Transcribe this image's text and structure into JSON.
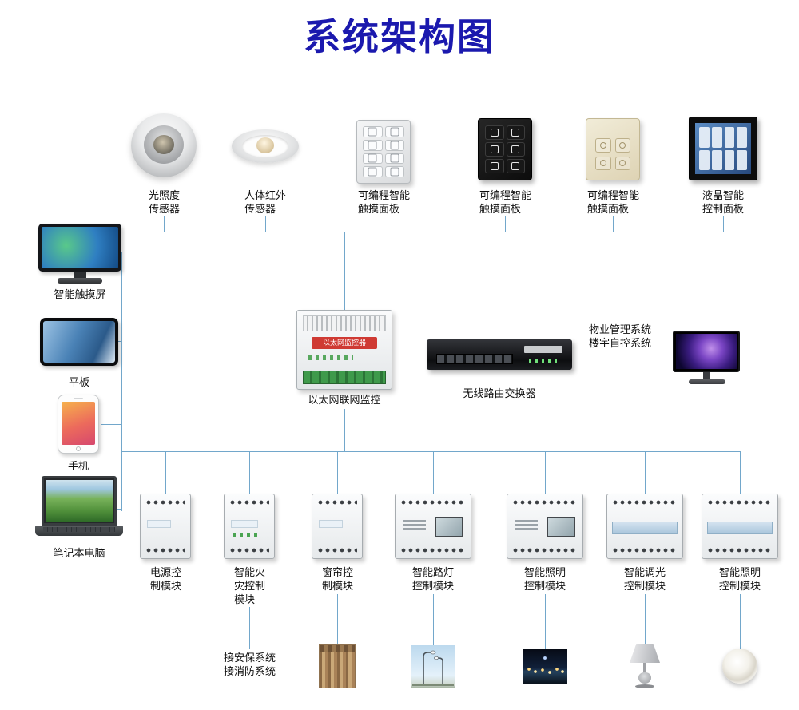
{
  "title": "系统架构图",
  "colors": {
    "title_blue": "#1b19ae",
    "line_blue": "#72a7cb"
  },
  "top_devices": [
    {
      "label": "光照度\n传感器"
    },
    {
      "label": "人体红外\n传感器"
    },
    {
      "label": "可编程智能\n触摸面板"
    },
    {
      "label": "可编程智能\n触摸面板"
    },
    {
      "label": "可编程智能\n触摸面板"
    },
    {
      "label": "液晶智能\n控制面板"
    }
  ],
  "left_devices": [
    {
      "label": "智能触摸屏"
    },
    {
      "label": "平板"
    },
    {
      "label": "手机"
    },
    {
      "label": "笔记本电脑"
    }
  ],
  "center": {
    "gateway_device_label": "以太网监控器",
    "gateway_label": "以太网联网监控",
    "router_label": "无线路由交换器",
    "management_text": "物业管理系统\n楼宇自控系统"
  },
  "bottom_modules": [
    {
      "label": "电源控\n制模块"
    },
    {
      "label": "智能火\n灾控制\n模块"
    },
    {
      "label": "窗帘控\n制模块"
    },
    {
      "label": "智能路灯\n控制模块"
    },
    {
      "label": "智能照明\n控制模块"
    },
    {
      "label": "智能调光\n控制模块"
    },
    {
      "label": "智能照明\n控制模块"
    }
  ],
  "notes": {
    "security_text": "接安保系统\n接消防系统"
  }
}
